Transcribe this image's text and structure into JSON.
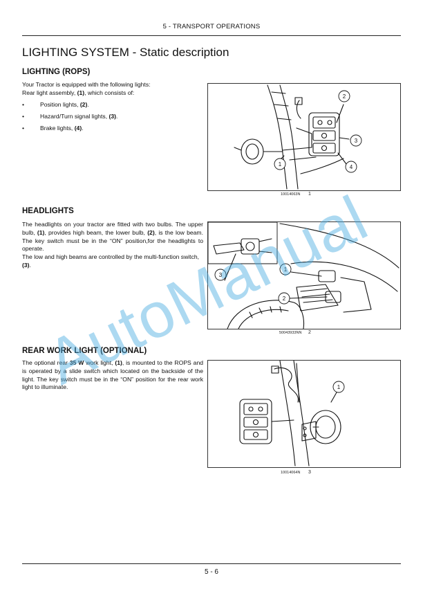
{
  "header": {
    "chapter": "5 - TRANSPORT OPERATIONS"
  },
  "page_title": "LIGHTING SYSTEM - Static description",
  "section_rops": {
    "heading": "LIGHTING (ROPS)",
    "intro_line1": "Your Tractor is equipped with the following lights:",
    "intro_line2_a": "Rear light assembly, ",
    "intro_line2_ref": "(1)",
    "intro_line2_b": ", which consists of:",
    "bullets": [
      {
        "text": "Position lights, ",
        "ref": "(2)",
        "end": "."
      },
      {
        "text": "Hazard/Turn signal lights, ",
        "ref": "(3)",
        "end": "."
      },
      {
        "text": "Brake lights, ",
        "ref": "(4)",
        "end": "."
      }
    ],
    "figure": {
      "code": "10014063N",
      "number": "1",
      "callouts": [
        "1",
        "2",
        "3",
        "4"
      ]
    }
  },
  "section_headlights": {
    "heading": "HEADLIGHTS",
    "p1": "The headlights on your tractor are fitted with two bulbs. The upper bulb, ",
    "p1_ref1": "(1)",
    "p1_b": ", provides high beam, the lower bulb, ",
    "p1_ref2": "(2)",
    "p1_c": ", is the low beam. The key switch must be in the “ON” position,for the headlights to operate.",
    "p2_a": "The low and high beams are controlled by the multi-function switch, ",
    "p2_ref": "(3)",
    "p2_end": ".",
    "figure": {
      "code": "50043933NN",
      "number": "2",
      "callouts": [
        "1",
        "2",
        "3"
      ]
    }
  },
  "section_rear_work": {
    "heading": "REAR WORK LIGHT (OPTIONAL)",
    "p_a": "The optional rear ",
    "p_bold": "35 W",
    "p_b": " work light, ",
    "p_ref": "(1)",
    "p_c": ", is mounted to the ROPS and is operated by a slide switch which located on the backside of the light.  The key switch must be in the “ON” position for the rear work light to illuminate.",
    "figure": {
      "code": "10014064N",
      "number": "3",
      "callouts": [
        "1"
      ]
    }
  },
  "watermark": "AutoManual",
  "footer": {
    "page_number": "5 - 6"
  },
  "colors": {
    "watermark": "#48aae1",
    "text": "#111111",
    "rule": "#222222"
  }
}
